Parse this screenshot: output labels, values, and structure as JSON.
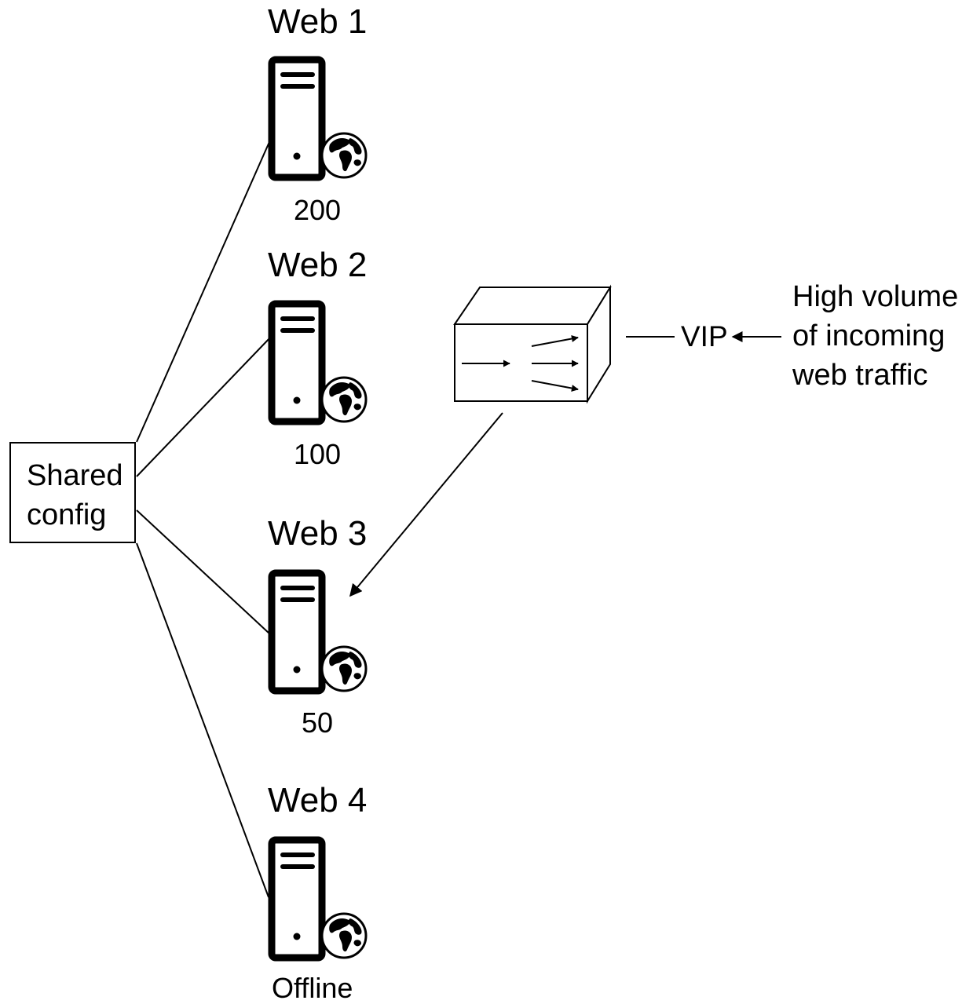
{
  "shared_config": {
    "line1": "Shared",
    "line2": "config"
  },
  "servers": [
    {
      "title": "Web 1",
      "status": "200"
    },
    {
      "title": "Web 2",
      "status": "100"
    },
    {
      "title": "Web 3",
      "status": "50"
    },
    {
      "title": "Web 4",
      "status": "Offline"
    }
  ],
  "vip": {
    "label": "VIP"
  },
  "traffic": {
    "line1": "High volume",
    "line2": "of incoming",
    "line3": "web traffic"
  },
  "icons": {
    "server": "server-icon",
    "globe": "globe-icon",
    "load_balancer": "load-balancer-icon"
  }
}
